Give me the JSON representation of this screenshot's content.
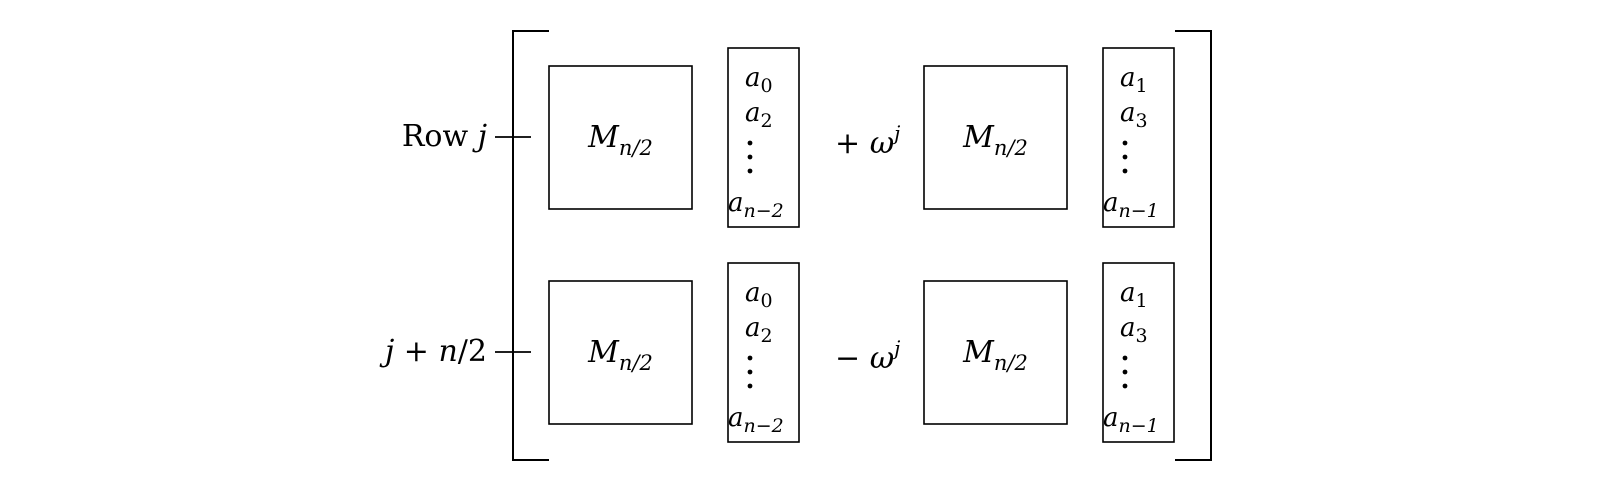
{
  "row_labels": {
    "row_j_prefix": "Row",
    "row_j_var": "j",
    "row_half_j": "j",
    "row_half_plus": " + ",
    "row_half_n": "n",
    "row_half_div": "/2"
  },
  "matrix": {
    "symbol": "M",
    "subscript": "n/2"
  },
  "even_vector": {
    "var": "a",
    "first_sub": "0",
    "second_sub": "2",
    "last_sub": "n−2"
  },
  "odd_vector": {
    "var": "a",
    "first_sub": "1",
    "second_sub": "3",
    "last_sub": "n−1"
  },
  "operators": {
    "top_sign": "+",
    "bottom_sign": "−",
    "omega": "ω",
    "exponent": "j"
  }
}
